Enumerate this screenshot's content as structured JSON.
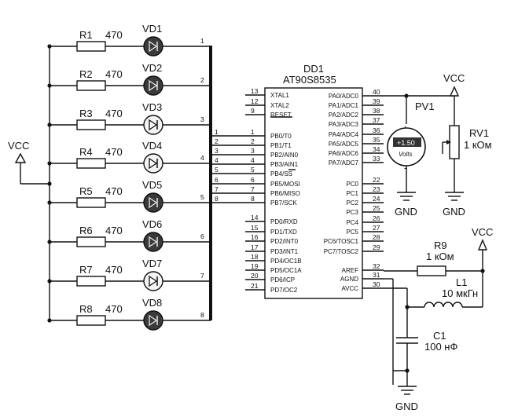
{
  "leds": [
    {
      "r": "R1",
      "value": "470",
      "vd": "VD1",
      "bus_pin": "1",
      "lit": false
    },
    {
      "r": "R2",
      "value": "470",
      "vd": "VD2",
      "bus_pin": "2",
      "lit": false
    },
    {
      "r": "R3",
      "value": "470",
      "vd": "VD3",
      "bus_pin": "3",
      "lit": true
    },
    {
      "r": "R4",
      "value": "470",
      "vd": "VD4",
      "bus_pin": "4",
      "lit": true
    },
    {
      "r": "R5",
      "value": "470",
      "vd": "VD5",
      "bus_pin": "5",
      "lit": false
    },
    {
      "r": "R6",
      "value": "470",
      "vd": "VD6",
      "bus_pin": "6",
      "lit": false
    },
    {
      "r": "R7",
      "value": "470",
      "vd": "VD7",
      "bus_pin": "7",
      "lit": true
    },
    {
      "r": "R8",
      "value": "470",
      "vd": "VD8",
      "bus_pin": "8",
      "lit": false
    }
  ],
  "vcc_left": "VCC",
  "mcu": {
    "ref": "DD1",
    "part": "AT90S8535",
    "left_pins": [
      {
        "num": "13",
        "name": "XTAL1"
      },
      {
        "num": "12",
        "name": "XTAL2"
      },
      {
        "num": "9",
        "name": "RESET"
      },
      {
        "num": "1",
        "name": "PB0/T0"
      },
      {
        "num": "2",
        "name": "PB1/T1"
      },
      {
        "num": "3",
        "name": "PB2/AIN0"
      },
      {
        "num": "4",
        "name": "PB3/AIN1"
      },
      {
        "num": "5",
        "name": "PB4/SS"
      },
      {
        "num": "6",
        "name": "PB5/MOSI"
      },
      {
        "num": "7",
        "name": "PB6/MISO"
      },
      {
        "num": "8",
        "name": "PB7/SCK"
      },
      {
        "num": "14",
        "name": "PD0/RXD"
      },
      {
        "num": "15",
        "name": "PD1/TXD"
      },
      {
        "num": "16",
        "name": "PD2/INT0"
      },
      {
        "num": "17",
        "name": "PD3/INT1"
      },
      {
        "num": "18",
        "name": "PD4/OC1B"
      },
      {
        "num": "19",
        "name": "PD5/OC1A"
      },
      {
        "num": "20",
        "name": "PD6/ICP"
      },
      {
        "num": "21",
        "name": "PD7/OC2"
      }
    ],
    "right_pins": [
      {
        "num": "40",
        "name": "PA0/ADC0"
      },
      {
        "num": "39",
        "name": "PA1/ADC1"
      },
      {
        "num": "38",
        "name": "PA2/ADC2"
      },
      {
        "num": "37",
        "name": "PA3/ADC3"
      },
      {
        "num": "36",
        "name": "PA4/ADC4"
      },
      {
        "num": "35",
        "name": "PA5/ADC5"
      },
      {
        "num": "34",
        "name": "PA6/ADC6"
      },
      {
        "num": "33",
        "name": "PA7/ADC7"
      },
      {
        "num": "22",
        "name": "PC0"
      },
      {
        "num": "23",
        "name": "PC1"
      },
      {
        "num": "24",
        "name": "PC2"
      },
      {
        "num": "25",
        "name": "PC3"
      },
      {
        "num": "26",
        "name": "PC4"
      },
      {
        "num": "27",
        "name": "PC5"
      },
      {
        "num": "28",
        "name": "PC6/TOSC1"
      },
      {
        "num": "29",
        "name": "PC7/TOSC2"
      },
      {
        "num": "32",
        "name": "AREF"
      },
      {
        "num": "31",
        "name": "AGND"
      },
      {
        "num": "30",
        "name": "AVCC"
      }
    ]
  },
  "pv1": {
    "ref": "PV1",
    "reading": "+1.50",
    "unit": "Volts",
    "plus": "+",
    "minus": "-",
    "gnd": "GND"
  },
  "rv1": {
    "ref": "RV1",
    "value": "1 кОм",
    "vcc": "VCC",
    "gnd": "GND"
  },
  "r9": {
    "ref": "R9",
    "value": "1 кОм"
  },
  "l1": {
    "ref": "L1",
    "value": "10 мкГн"
  },
  "c1": {
    "ref": "C1",
    "value": "100 нФ"
  },
  "vcc_right": "VCC",
  "gnd_bottom": "GND"
}
